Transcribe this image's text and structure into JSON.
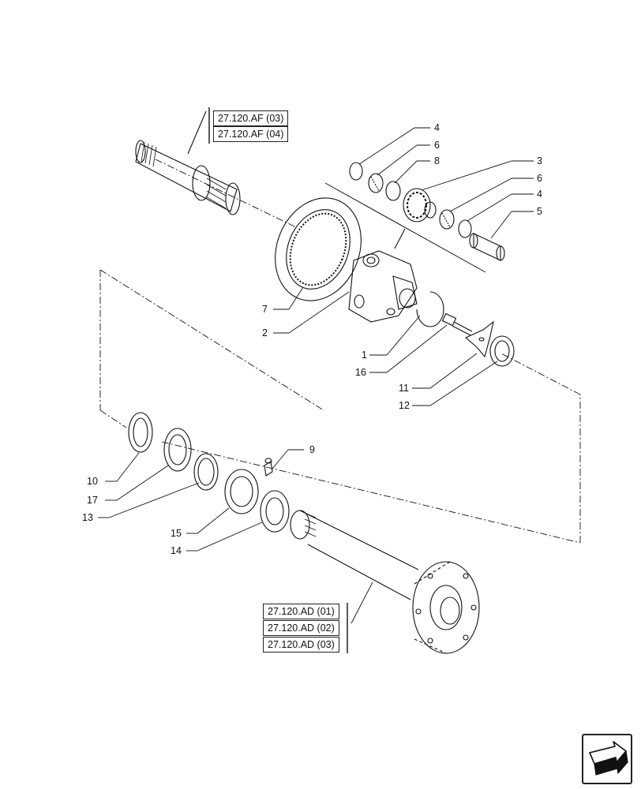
{
  "references": {
    "top": [
      "27.120.AF (03)",
      "27.120.AF (04)"
    ],
    "bottom": [
      "27.120.AD (01)",
      "27.120.AD (02)",
      "27.120.AD (03)"
    ]
  },
  "callouts": {
    "c4a": "4",
    "c6a": "6",
    "c8": "8",
    "c3": "3",
    "c6b": "6",
    "c4b": "4",
    "c5": "5",
    "c7": "7",
    "c2": "2",
    "c1": "1",
    "c16": "16",
    "c11": "11",
    "c12": "12",
    "c9": "9",
    "c10": "10",
    "c17": "17",
    "c13": "13",
    "c15": "15",
    "c14": "14"
  },
  "icons": {
    "navigation": "next-page-arrow-icon"
  }
}
